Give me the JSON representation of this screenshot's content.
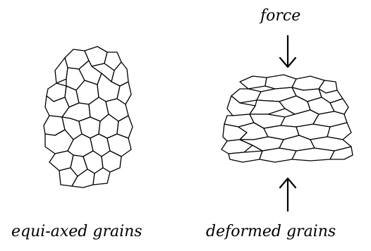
{
  "labels": {
    "force": "force",
    "left_caption": "equi-axed grains",
    "right_caption": "deformed grains"
  },
  "colors": {
    "ink": "#000000",
    "background": "#ffffff"
  }
}
